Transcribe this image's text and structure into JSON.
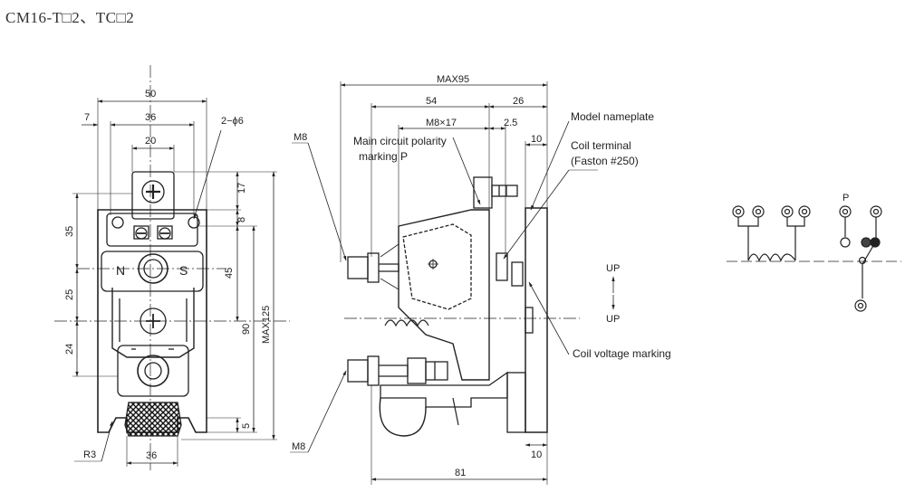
{
  "header": {
    "title": "CM16-T□2、TC□2"
  },
  "front_view": {
    "dims": {
      "w50": "50",
      "w36_top": "36",
      "w7": "7",
      "w20": "20",
      "holes": "2−ϕ6",
      "h17": "17",
      "h8": "8",
      "h35": "35",
      "h25": "25",
      "h24": "24",
      "h45": "45",
      "h90": "90",
      "max125": "MAX125",
      "h5": "5",
      "r3": "R3",
      "w36_bot": "36"
    },
    "pole_n": "N",
    "pole_s": "S"
  },
  "side_view": {
    "dims": {
      "max95": "MAX95",
      "w54": "54",
      "w26": "26",
      "m8x17": "M8×17",
      "w2_5": "2.5",
      "w10_top": "10",
      "w10_bot": "10",
      "w81": "81"
    },
    "labels": {
      "m8_top": "M8",
      "m8_bottom": "M8",
      "polarity_line1": "Main circuit polarity",
      "polarity_line2": "marking  P",
      "nameplate": "Model nameplate",
      "coil_terminal_line1": "Coil terminal",
      "coil_terminal_line2": "(Faston #250)",
      "coil_voltage": "Coil voltage marking",
      "up_top": "UP",
      "up_bottom": "UP"
    }
  },
  "circuit": {
    "p_label": "P"
  }
}
